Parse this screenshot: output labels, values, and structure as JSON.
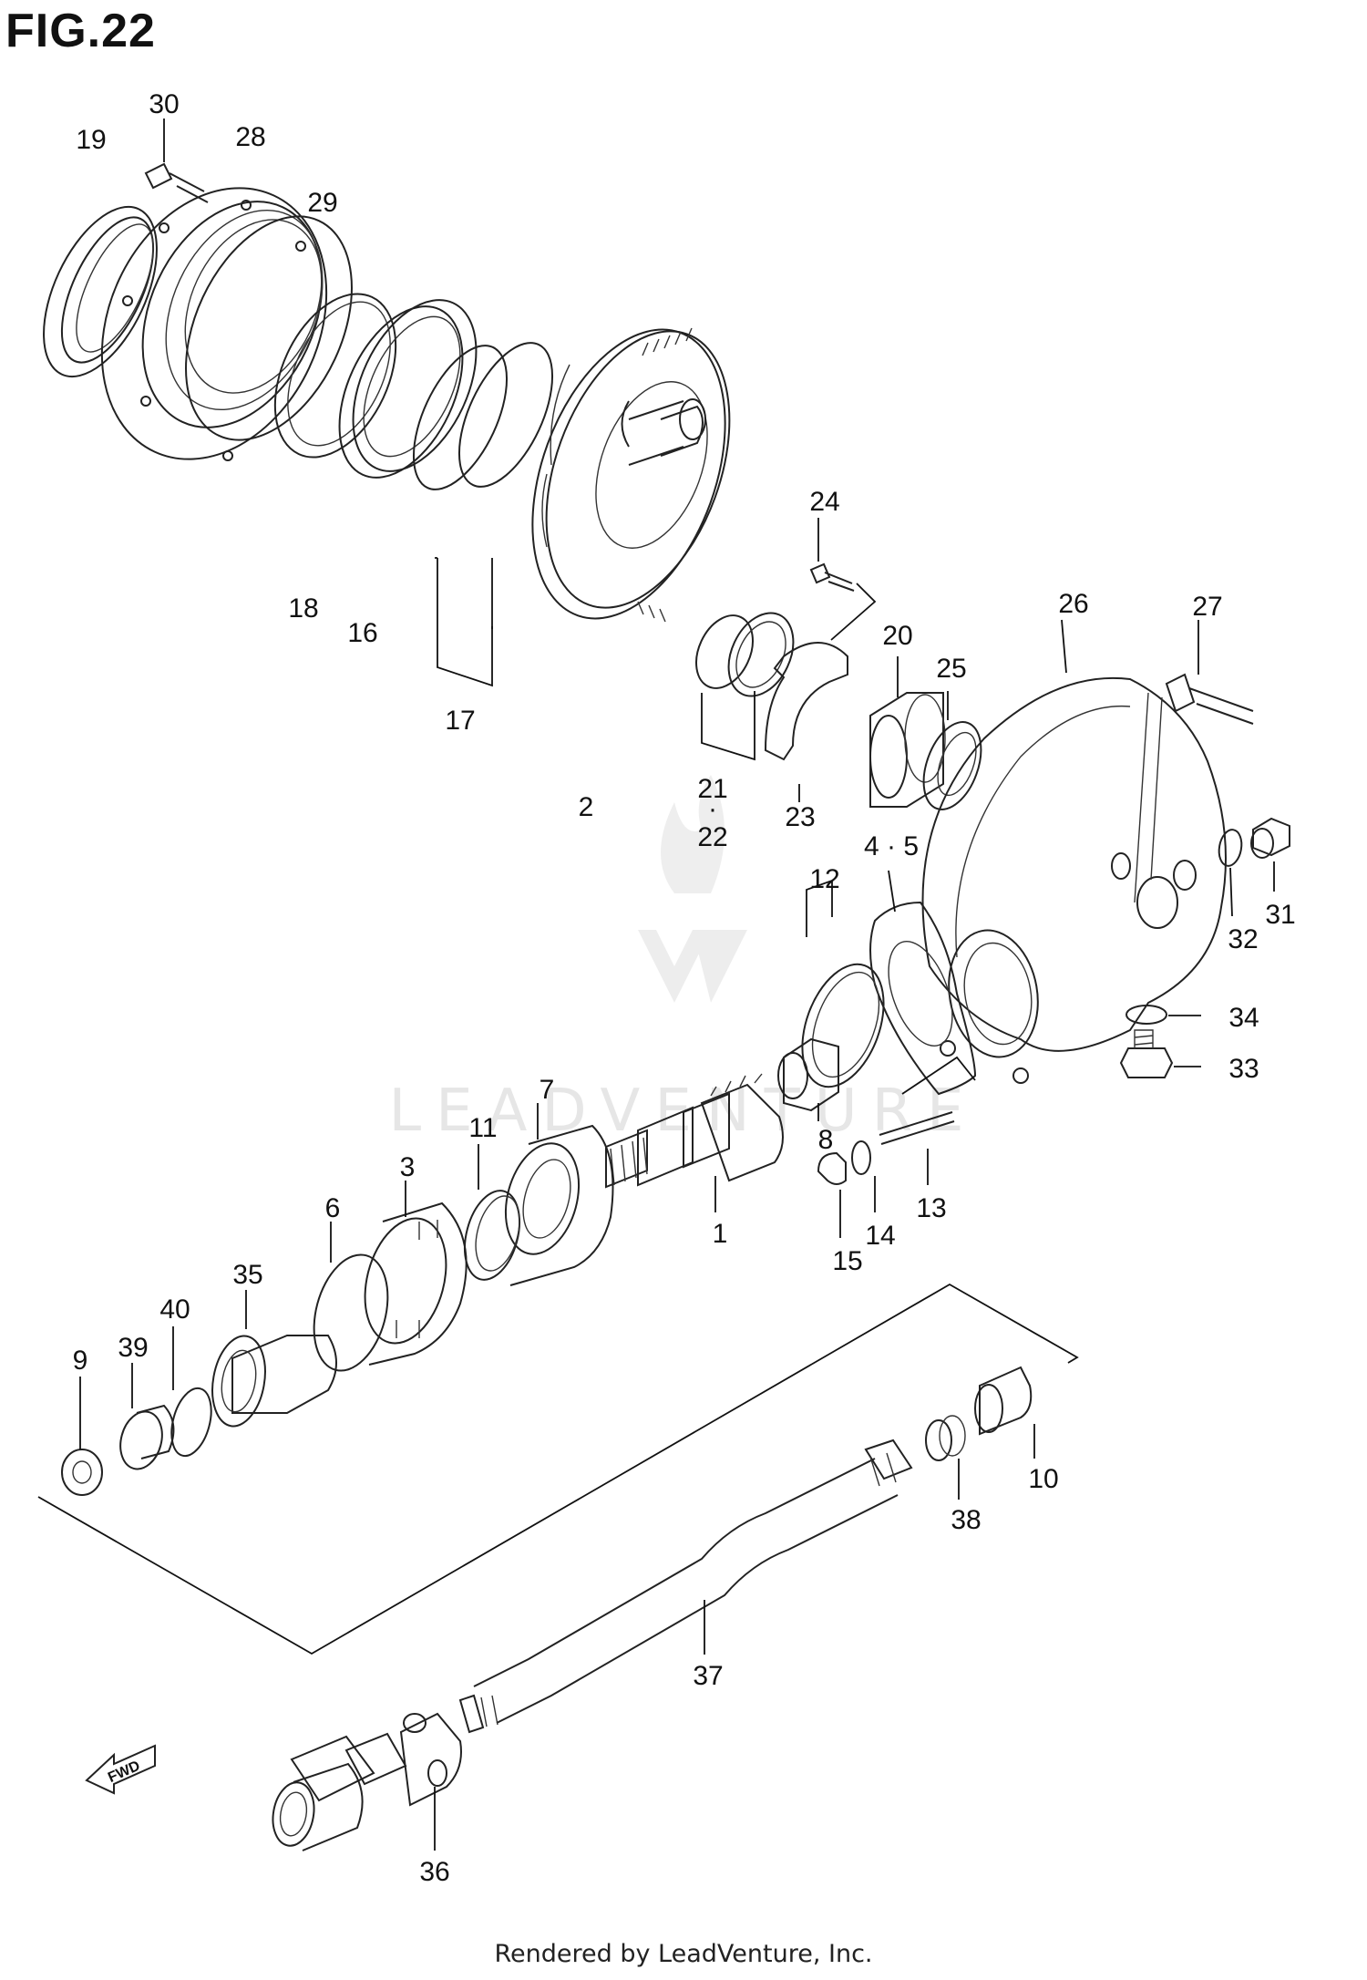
{
  "figure_title": "FIG.22",
  "footer": "Rendered by LeadVenture, Inc.",
  "watermark": "LEADVENTURE",
  "fwd_label": "FWD",
  "callouts": {
    "c1": "1",
    "c2": "2",
    "c3": "3",
    "c4_5": "4 · 5",
    "c6": "6",
    "c7": "7",
    "c8": "8",
    "c9": "9",
    "c10": "10",
    "c11": "11",
    "c12": "12",
    "c13": "13",
    "c14": "14",
    "c15": "15",
    "c16": "16",
    "c17": "17",
    "c18": "18",
    "c19": "19",
    "c20": "20",
    "c21": "21",
    "c21_dot": "·",
    "c22": "22",
    "c23": "23",
    "c24": "24",
    "c25": "25",
    "c26": "26",
    "c27": "27",
    "c28": "28",
    "c29": "29",
    "c30": "30",
    "c31": "31",
    "c32": "32",
    "c33": "33",
    "c34": "34",
    "c35": "35",
    "c36": "36",
    "c37": "37",
    "c38": "38",
    "c39": "39",
    "c40": "40"
  }
}
